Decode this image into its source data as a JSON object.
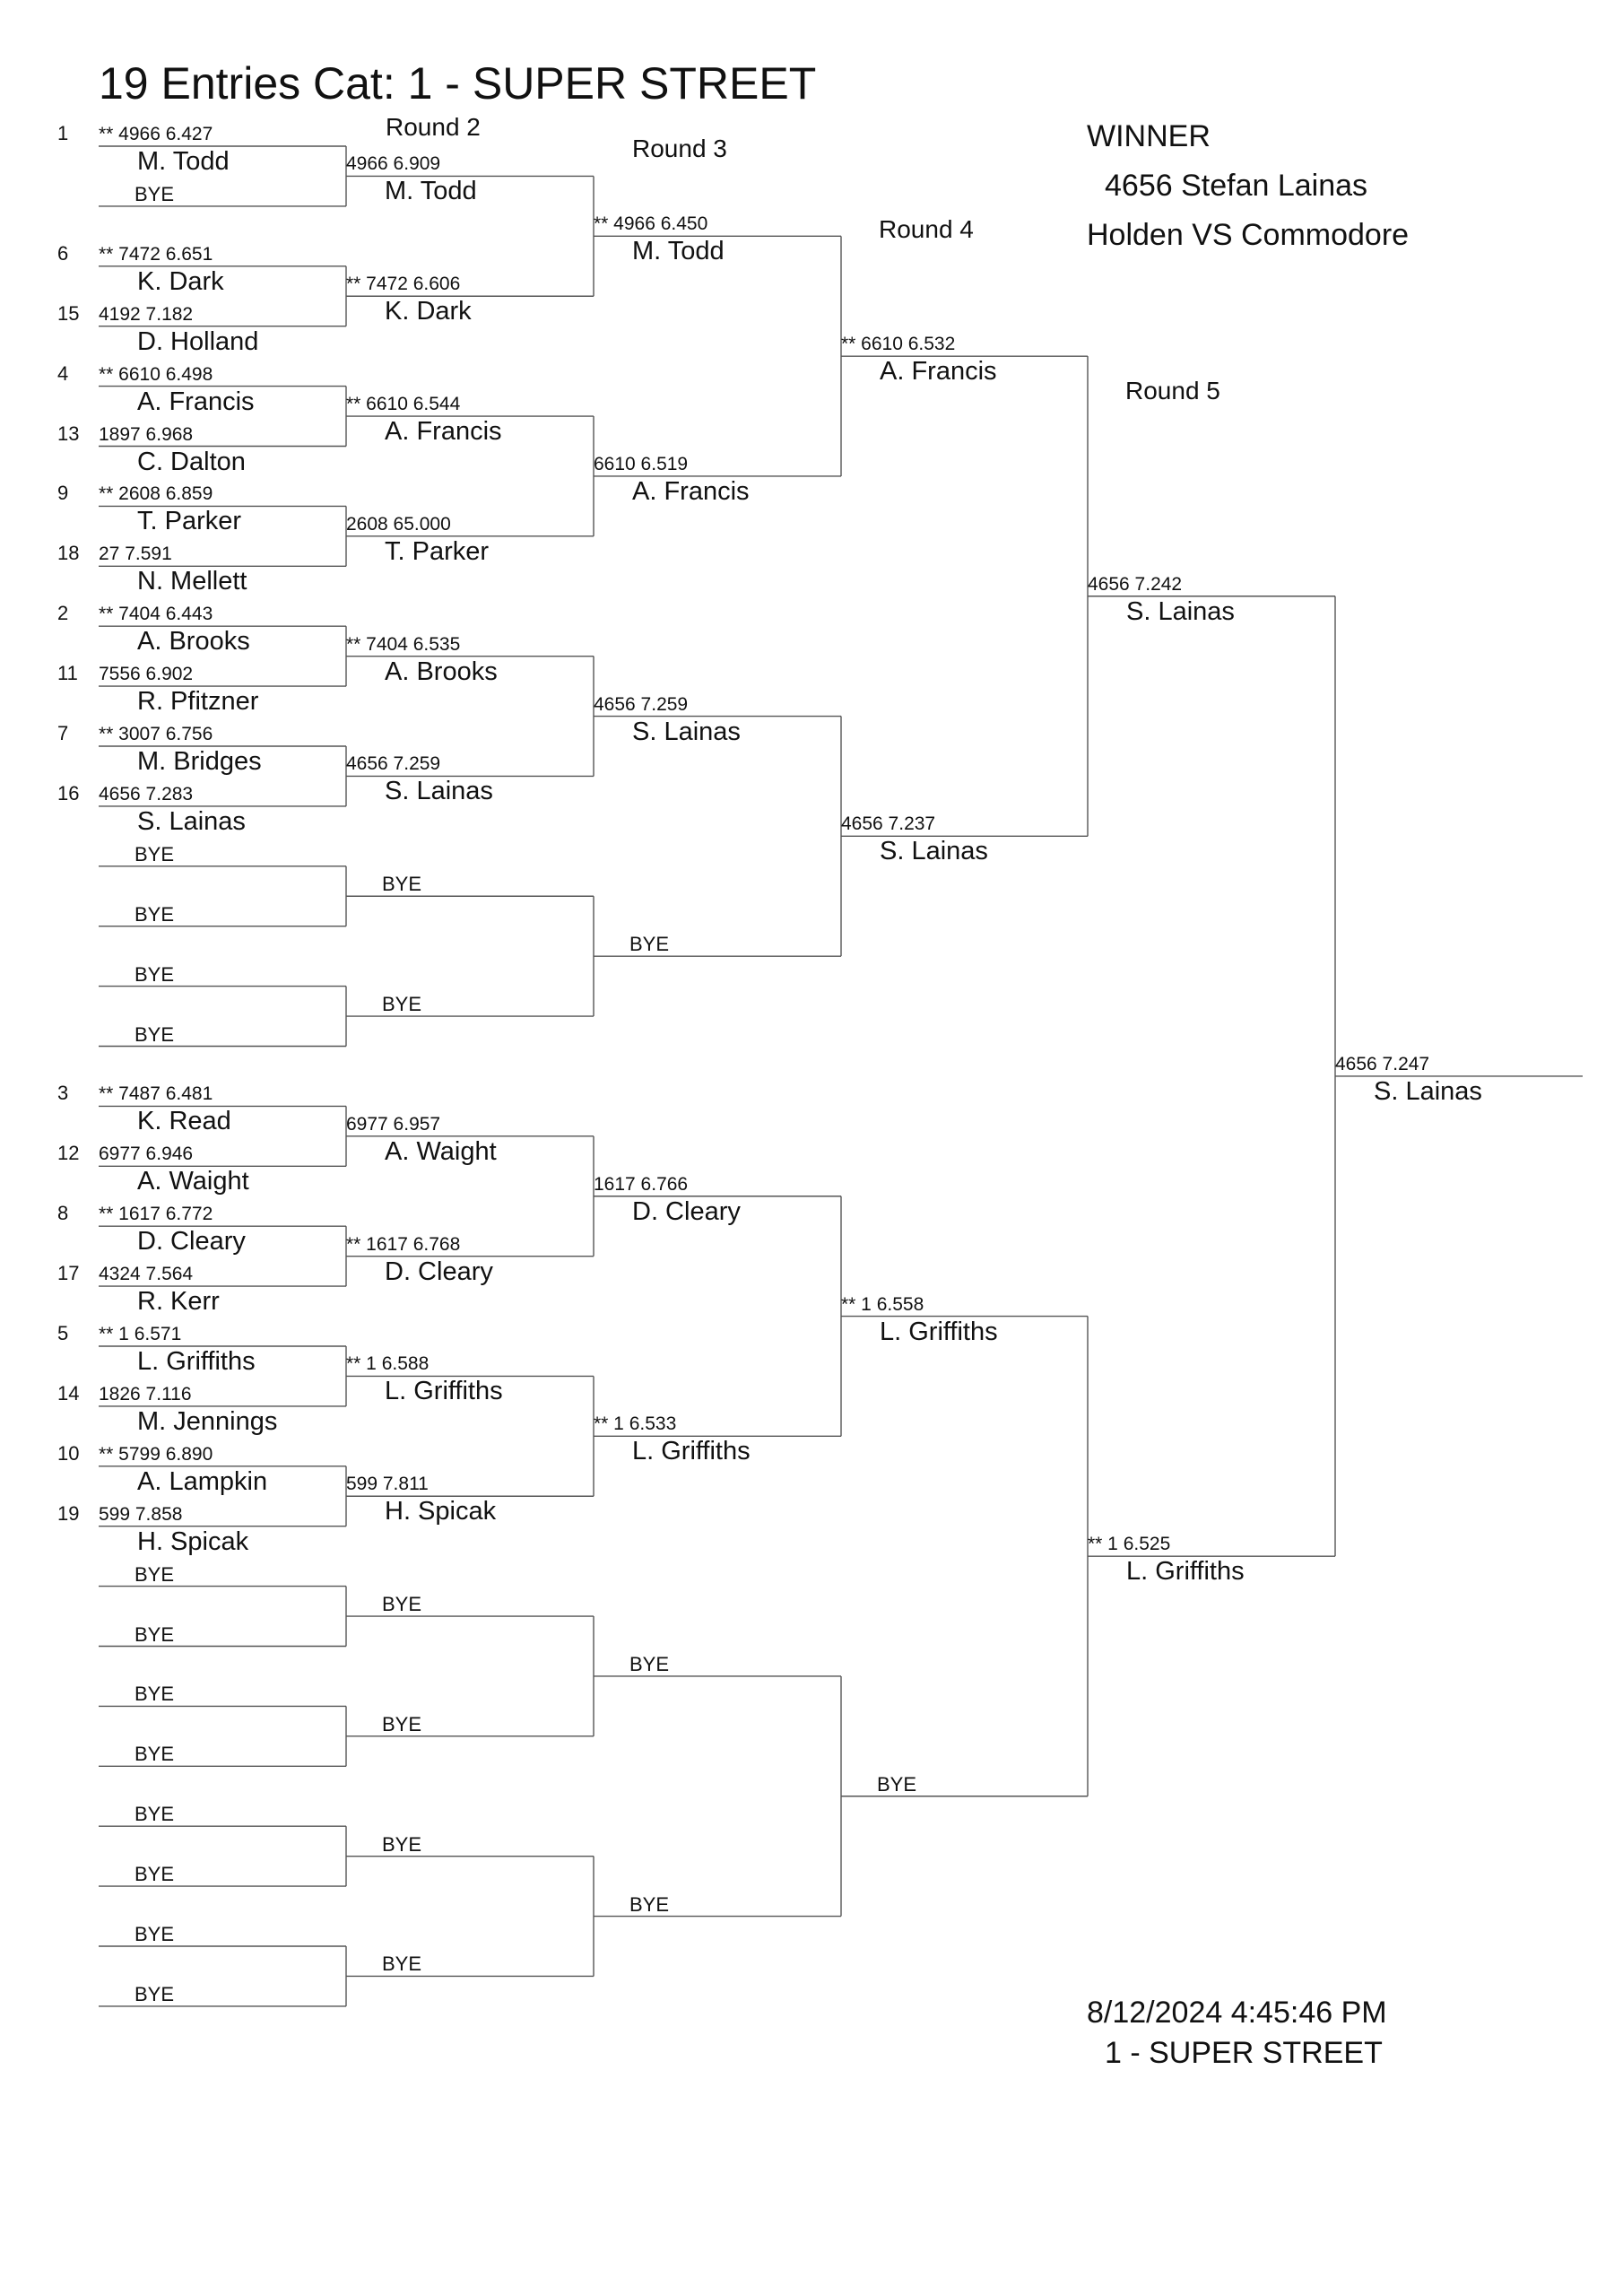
{
  "title": "19 Entries Cat:   1 - SUPER STREET",
  "winner": {
    "heading": "WINNER",
    "line": "4656  Stefan Lainas",
    "event": "Holden VS Commodore"
  },
  "footer": {
    "timestamp": "8/12/2024 4:45:46 PM",
    "category": "1 - SUPER STREET"
  },
  "round_headers": [
    "Round 2",
    "Round 3",
    "Round 4",
    "Round 5"
  ],
  "rounds": [
    [
      {
        "seed": "1",
        "stats": "**  4966  6.427",
        "name": "M. Todd"
      },
      {
        "seed": "",
        "stats": "",
        "name": "BYE"
      },
      {
        "seed": "6",
        "stats": "**  7472  6.651",
        "name": "K. Dark"
      },
      {
        "seed": "15",
        "stats": "4192  7.182",
        "name": "D. Holland"
      },
      {
        "seed": "4",
        "stats": "**  6610  6.498",
        "name": "A. Francis"
      },
      {
        "seed": "13",
        "stats": "1897  6.968",
        "name": "C. Dalton"
      },
      {
        "seed": "9",
        "stats": "**  2608  6.859",
        "name": "T. Parker"
      },
      {
        "seed": "18",
        "stats": "27  7.591",
        "name": "N. Mellett"
      },
      {
        "seed": "2",
        "stats": "**  7404  6.443",
        "name": "A. Brooks"
      },
      {
        "seed": "11",
        "stats": "7556  6.902",
        "name": "R. Pfitzner"
      },
      {
        "seed": "7",
        "stats": "**  3007  6.756",
        "name": "M. Bridges"
      },
      {
        "seed": "16",
        "stats": "4656  7.283",
        "name": "S. Lainas"
      },
      {
        "seed": "",
        "stats": "",
        "name": "BYE"
      },
      {
        "seed": "",
        "stats": "",
        "name": "BYE"
      },
      {
        "seed": "",
        "stats": "",
        "name": "BYE"
      },
      {
        "seed": "",
        "stats": "",
        "name": "BYE"
      },
      {
        "seed": "3",
        "stats": "**  7487  6.481",
        "name": "K. Read"
      },
      {
        "seed": "12",
        "stats": "6977  6.946",
        "name": "A. Waight"
      },
      {
        "seed": "8",
        "stats": "**  1617  6.772",
        "name": "D. Cleary"
      },
      {
        "seed": "17",
        "stats": "4324  7.564",
        "name": "R. Kerr"
      },
      {
        "seed": "5",
        "stats": "**     1  6.571",
        "name": "L. Griffiths"
      },
      {
        "seed": "14",
        "stats": "1826  7.116",
        "name": "M. Jennings"
      },
      {
        "seed": "10",
        "stats": "**  5799  6.890",
        "name": "A. Lampkin"
      },
      {
        "seed": "19",
        "stats": "599  7.858",
        "name": "H. Spicak"
      },
      {
        "seed": "",
        "stats": "",
        "name": "BYE"
      },
      {
        "seed": "",
        "stats": "",
        "name": "BYE"
      },
      {
        "seed": "",
        "stats": "",
        "name": "BYE"
      },
      {
        "seed": "",
        "stats": "",
        "name": "BYE"
      },
      {
        "seed": "",
        "stats": "",
        "name": "BYE"
      },
      {
        "seed": "",
        "stats": "",
        "name": "BYE"
      },
      {
        "seed": "",
        "stats": "",
        "name": "BYE"
      },
      {
        "seed": "",
        "stats": "",
        "name": "BYE"
      }
    ],
    [
      {
        "stats": "4966  6.909",
        "name": "M. Todd"
      },
      {
        "stats": "**  7472  6.606",
        "name": "K. Dark"
      },
      {
        "stats": "**  6610  6.544",
        "name": "A. Francis"
      },
      {
        "stats": "2608  65.000",
        "name": "T. Parker"
      },
      {
        "stats": "**  7404  6.535",
        "name": "A. Brooks"
      },
      {
        "stats": "4656  7.259",
        "name": "S. Lainas"
      },
      {
        "stats": "",
        "name": "BYE"
      },
      {
        "stats": "",
        "name": "BYE"
      },
      {
        "stats": "6977  6.957",
        "name": "A. Waight"
      },
      {
        "stats": "**  1617  6.768",
        "name": "D. Cleary"
      },
      {
        "stats": "**     1  6.588",
        "name": "L. Griffiths"
      },
      {
        "stats": "599  7.811",
        "name": "H. Spicak"
      },
      {
        "stats": "",
        "name": "BYE"
      },
      {
        "stats": "",
        "name": "BYE"
      },
      {
        "stats": "",
        "name": "BYE"
      },
      {
        "stats": "",
        "name": "BYE"
      }
    ],
    [
      {
        "stats": "**  4966  6.450",
        "name": "M. Todd"
      },
      {
        "stats": "6610  6.519",
        "name": "A. Francis"
      },
      {
        "stats": "4656  7.259",
        "name": "S. Lainas"
      },
      {
        "stats": "",
        "name": "BYE"
      },
      {
        "stats": "1617  6.766",
        "name": "D. Cleary"
      },
      {
        "stats": "**     1  6.533",
        "name": "L. Griffiths"
      },
      {
        "stats": "",
        "name": "BYE"
      },
      {
        "stats": "",
        "name": "BYE"
      }
    ],
    [
      {
        "stats": "**  6610  6.532",
        "name": "A. Francis"
      },
      {
        "stats": "4656  7.237",
        "name": "S. Lainas"
      },
      {
        "stats": "**     1  6.558",
        "name": "L. Griffiths"
      },
      {
        "stats": "",
        "name": "BYE"
      }
    ],
    [
      {
        "stats": "4656  7.242",
        "name": "S. Lainas"
      },
      {
        "stats": "**     1  6.525",
        "name": "L. Griffiths"
      }
    ],
    [
      {
        "stats": "4656  7.247",
        "name": "S. Lainas"
      }
    ]
  ]
}
